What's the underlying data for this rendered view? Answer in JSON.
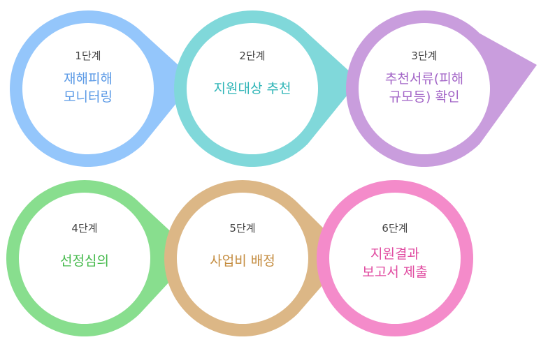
{
  "steps": [
    {
      "number": "1단계",
      "title_lines": [
        "재해피해",
        "모니터링"
      ],
      "color": "#94c6fb",
      "text_color": "#5b9ae6"
    },
    {
      "number": "2단계",
      "title_lines": [
        "지원대상 추천"
      ],
      "color": "#80d8da",
      "text_color": "#2fb5b7"
    },
    {
      "number": "3단계",
      "title_lines": [
        "추천서류(피해",
        "규모등) 확인"
      ],
      "color": "#c99ddd",
      "text_color": "#a365c7"
    },
    {
      "number": "4단계",
      "title_lines": [
        "선정심의"
      ],
      "color": "#88de8e",
      "text_color": "#43b94a"
    },
    {
      "number": "5단계",
      "title_lines": [
        "사업비 배정"
      ],
      "color": "#dcb786",
      "text_color": "#c48c3f"
    },
    {
      "number": "6단계",
      "title_lines": [
        "지원결과",
        "보고서 제출"
      ],
      "color": "#f48bca",
      "text_color": "#e04aa0"
    }
  ]
}
